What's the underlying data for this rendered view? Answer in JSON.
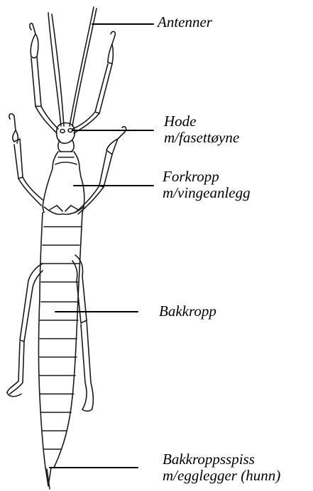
{
  "labels": {
    "antenner": {
      "line1": "Antenner"
    },
    "hode": {
      "line1": "Hode",
      "line2": "m/fasettøyne"
    },
    "forkropp": {
      "line1": "Forkropp",
      "line2": "m/vingeanlegg"
    },
    "bakkropp": {
      "line1": "Bakkropp"
    },
    "spiss": {
      "line1": "Bakkroppsspiss",
      "line2": "m/egglegger (hunn)"
    }
  },
  "colors": {
    "ink": "#1a1a1a",
    "leader": "#000000"
  }
}
